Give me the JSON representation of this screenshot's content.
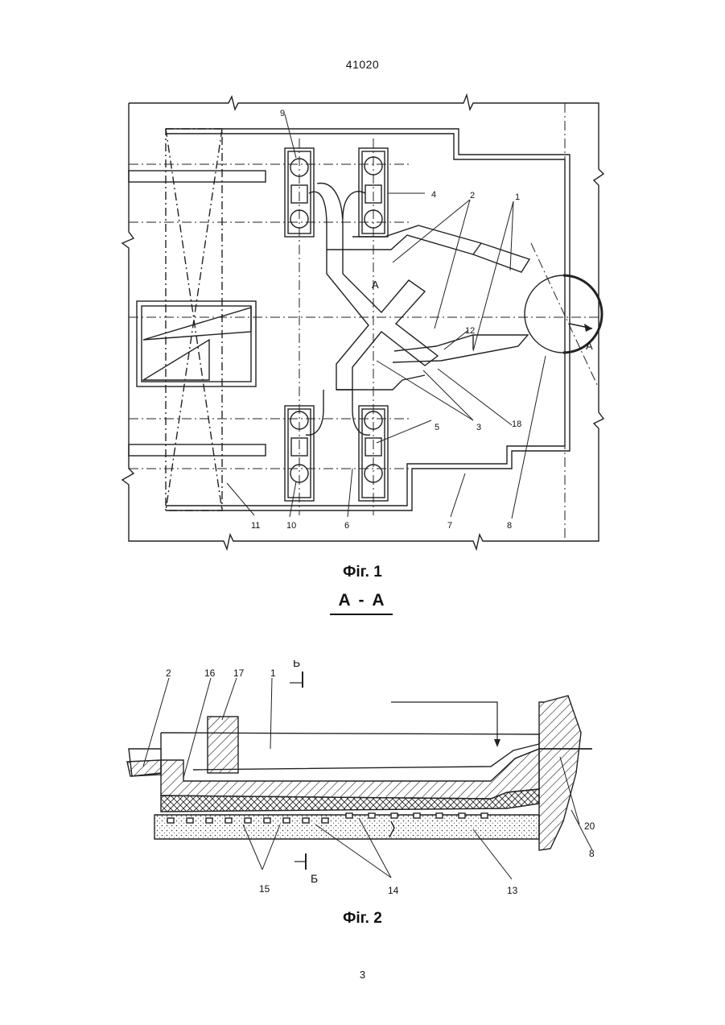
{
  "header": {
    "doc_number": "41020"
  },
  "figure1": {
    "caption": "Фіг. 1",
    "labels": [
      "9",
      "4",
      "2",
      "1",
      "A",
      "12",
      "A",
      "3",
      "18",
      "5",
      "11",
      "10",
      "6",
      "7",
      "8"
    ]
  },
  "figure2": {
    "section_title": "А - А",
    "caption": "Фіг. 2",
    "labels": [
      "2",
      "16",
      "17",
      "1",
      "Б",
      "20",
      "8",
      "15",
      "Б",
      "14",
      "13"
    ]
  },
  "footer": {
    "page_number": "3"
  }
}
